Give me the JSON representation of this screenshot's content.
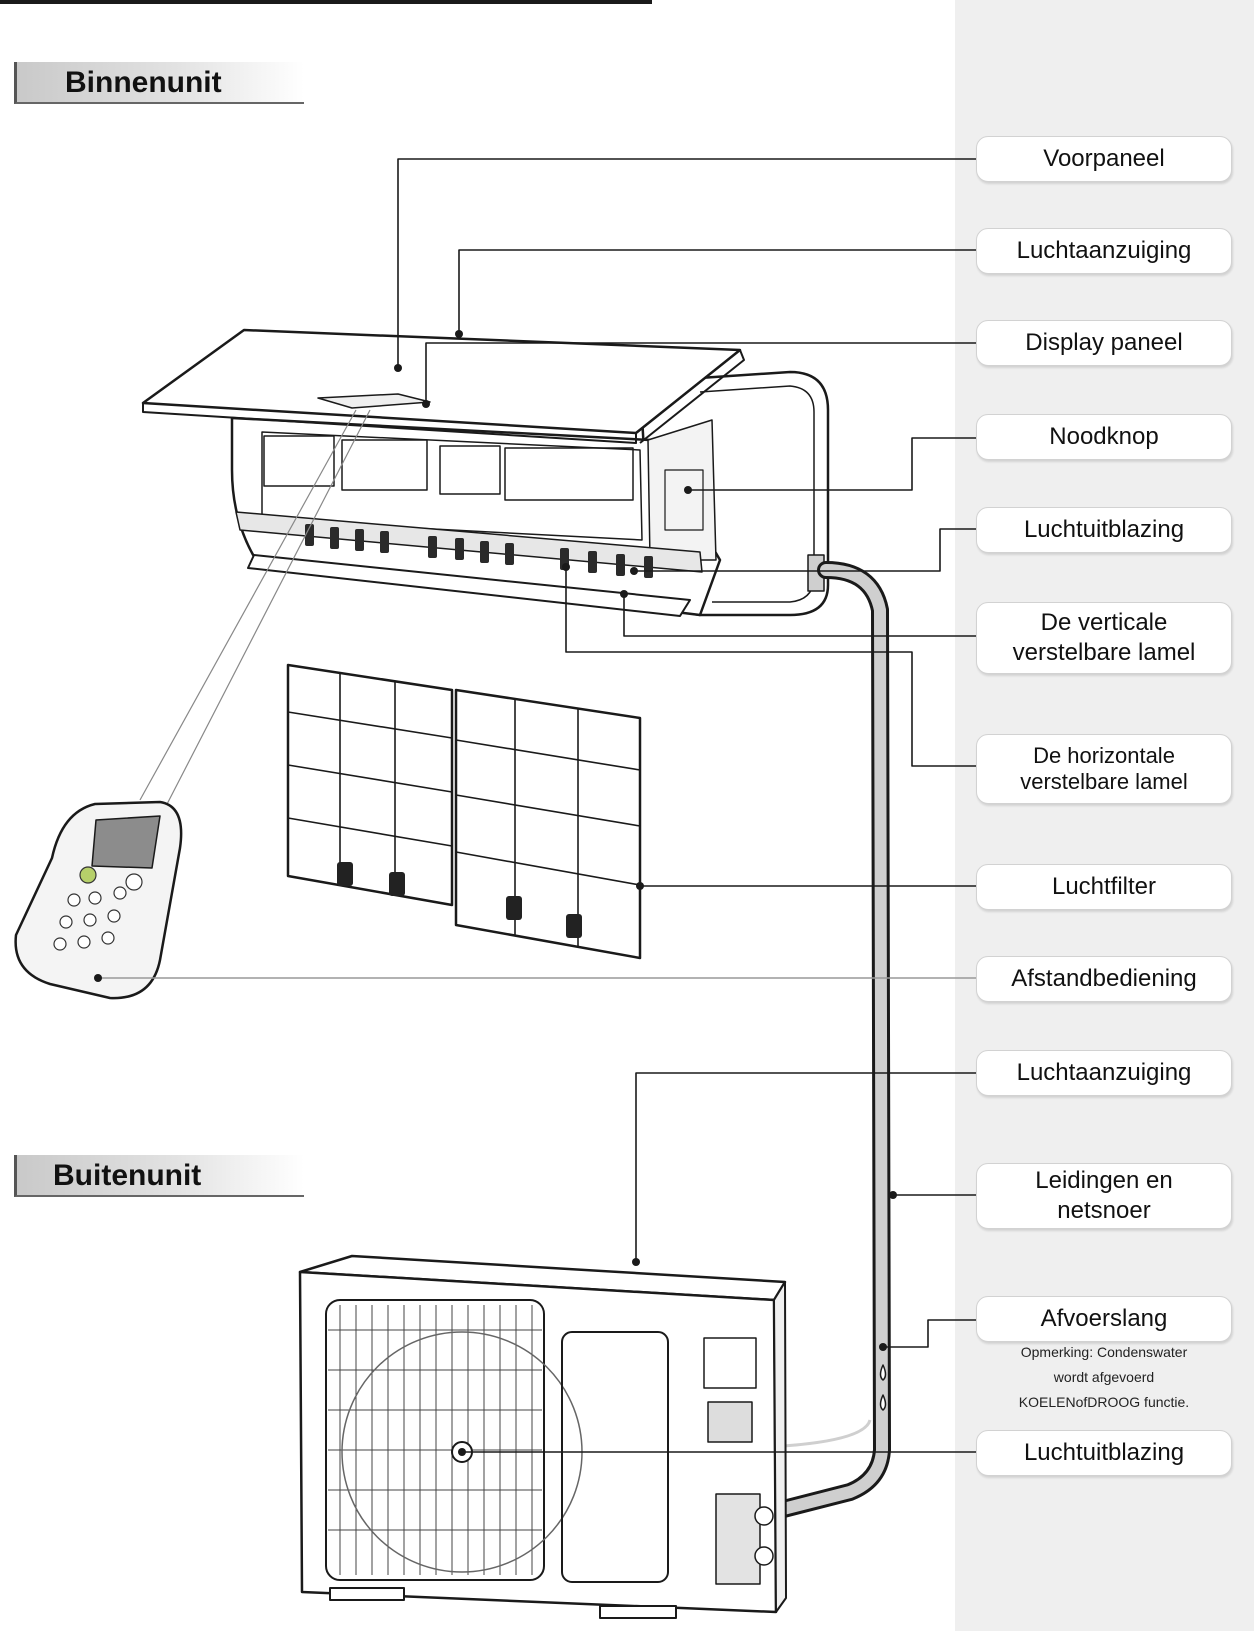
{
  "sections": {
    "indoor": "Binnenunit",
    "outdoor": "Buitenunit"
  },
  "labels": {
    "voorpaneel": "Voorpaneel",
    "luchtaanzuiging_indoor": "Luchtaanzuiging",
    "display_paneel": "Display paneel",
    "noodknop": "Noodknop",
    "luchtuitblazing_indoor": "Luchtuitblazing",
    "verticale_lamel_1": "De verticale",
    "verticale_lamel_2": "verstelbare  lamel",
    "horizontale_lamel_1": "De horizontale",
    "horizontale_lamel_2": "verstelbare  lamel",
    "luchtfilter": "Luchtfilter",
    "afstandbediening": "Afstandbediening",
    "luchtaanzuiging_outdoor": "Luchtaanzuiging",
    "leidingen_1": "Leidingen en",
    "leidingen_2": "netsnoer",
    "afvoerslang": "Afvoerslang",
    "luchtuitblazing_outdoor": "Luchtuitblazing"
  },
  "note": {
    "line1": "Opmerking: Condenswater",
    "line2": "wordt afgevoerd",
    "line3": "KOELENofDROOG functie."
  }
}
